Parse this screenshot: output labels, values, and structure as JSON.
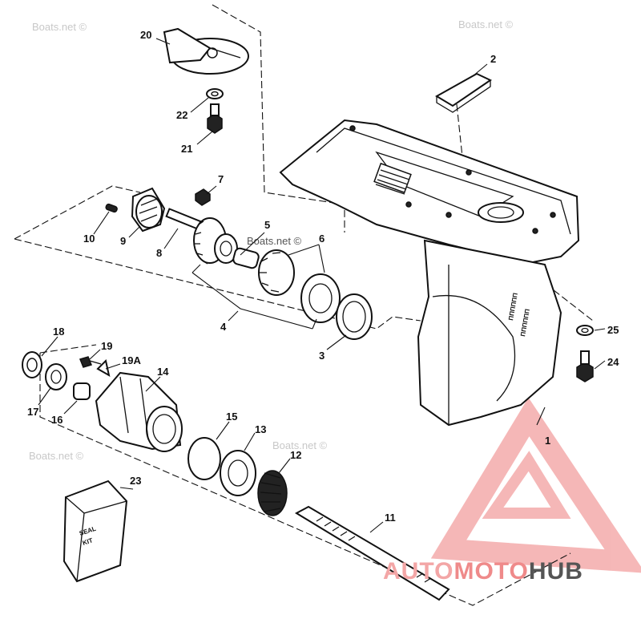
{
  "watermarks": [
    "Boats.net ©",
    "Boats.net ©",
    "Boats.net ©",
    "Boats.net ©",
    "Boats.net ©"
  ],
  "callouts": {
    "p1": "1",
    "p2": "2",
    "p3": "3",
    "p4": "4",
    "p5": "5",
    "p6": "6",
    "p7": "7",
    "p8": "8",
    "p9": "9",
    "p10": "10",
    "p11": "11",
    "p12": "12",
    "p13": "13",
    "p14": "14",
    "p15": "15",
    "p16": "16",
    "p17": "17",
    "p18": "18",
    "p19": "19",
    "p19a": "19A",
    "p20": "20",
    "p21": "21",
    "p22": "22",
    "p23": "23",
    "p24": "24",
    "p25": "25"
  },
  "seal_kit": {
    "line1": "SEAL",
    "line2": "KIT"
  },
  "logo": {
    "part1": "AUTO",
    "part2": "MOTO",
    "part3": "HUB",
    "colors": {
      "auto": "#f3a6a6",
      "moto": "#ef8a8a",
      "hub": "#555555"
    }
  }
}
